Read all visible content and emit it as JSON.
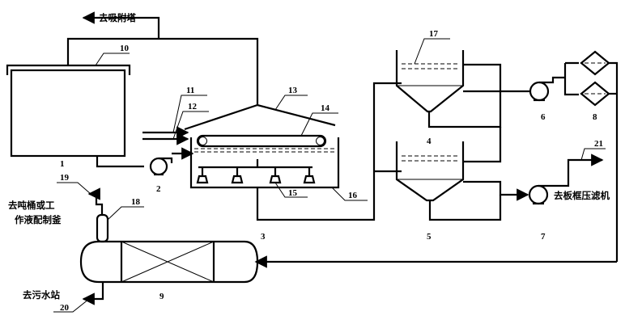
{
  "labels": {
    "to_adsorption_tower": "去吸附塔",
    "to_barrel_or_working_fluid_kettle_line1": "去吨桶或工",
    "to_barrel_or_working_fluid_kettle_line2": "作液配制釜",
    "to_sewage_station": "去污水站",
    "to_plate_frame_filter_press": "去板框压滤机"
  },
  "numbers": [
    "1",
    "2",
    "3",
    "4",
    "5",
    "6",
    "7",
    "8",
    "9",
    "10",
    "11",
    "12",
    "13",
    "14",
    "15",
    "16",
    "17",
    "18",
    "19",
    "20",
    "21"
  ]
}
